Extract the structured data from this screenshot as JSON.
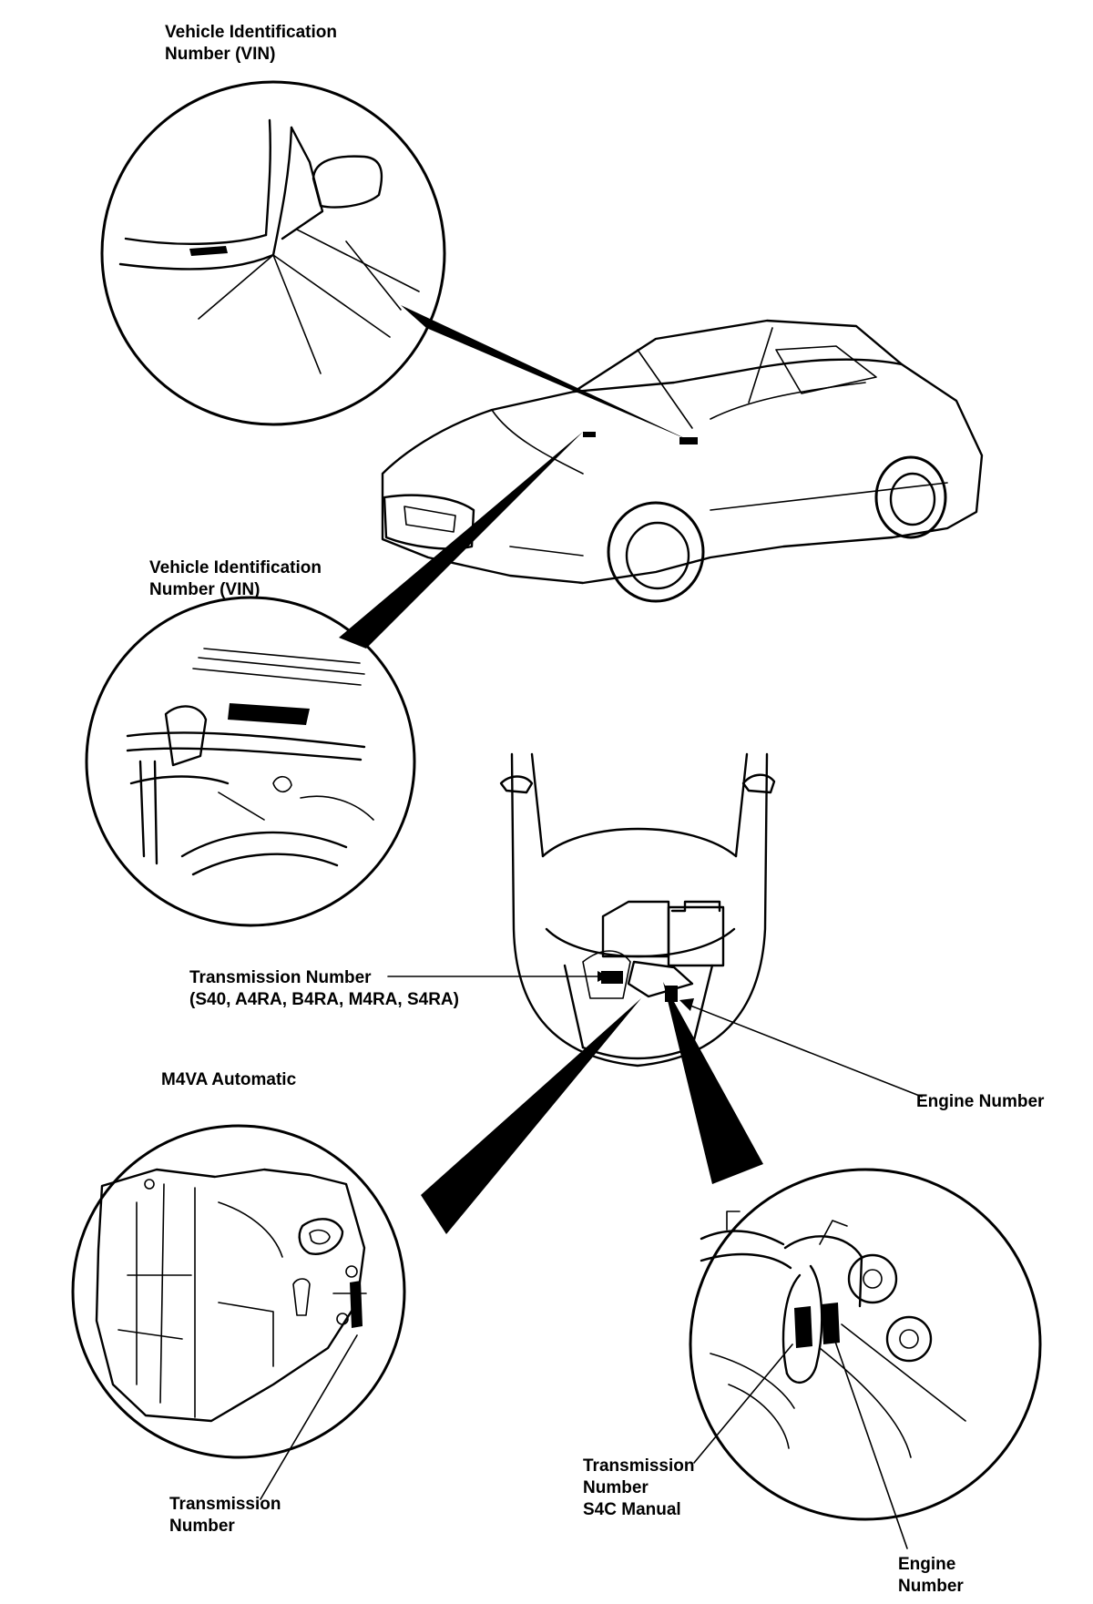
{
  "labels": {
    "vin_top_line1": "Vehicle Identification",
    "vin_top_line2": "Number (VIN)",
    "vin_mid_line1": "Vehicle Identification",
    "vin_mid_line2": "Number (VIN)",
    "trans_num_line1": "Transmission Number",
    "trans_num_line2": "(S40, A4RA, B4RA, M4RA, S4RA)",
    "m4va": "M4VA Automatic",
    "engine_number": "Engine Number",
    "trans_auto_line1": "Transmission",
    "trans_auto_line2": "Number",
    "trans_manual_line1": "Transmission",
    "trans_manual_line2": "Number",
    "trans_manual_line3": "S4C Manual",
    "engine_bottom_line1": "Engine",
    "engine_bottom_line2": "Number"
  },
  "icons": {
    "car_side": "sedan-three-quarter-view",
    "car_top": "car-front-top-view",
    "transmission": "transmission-case"
  }
}
